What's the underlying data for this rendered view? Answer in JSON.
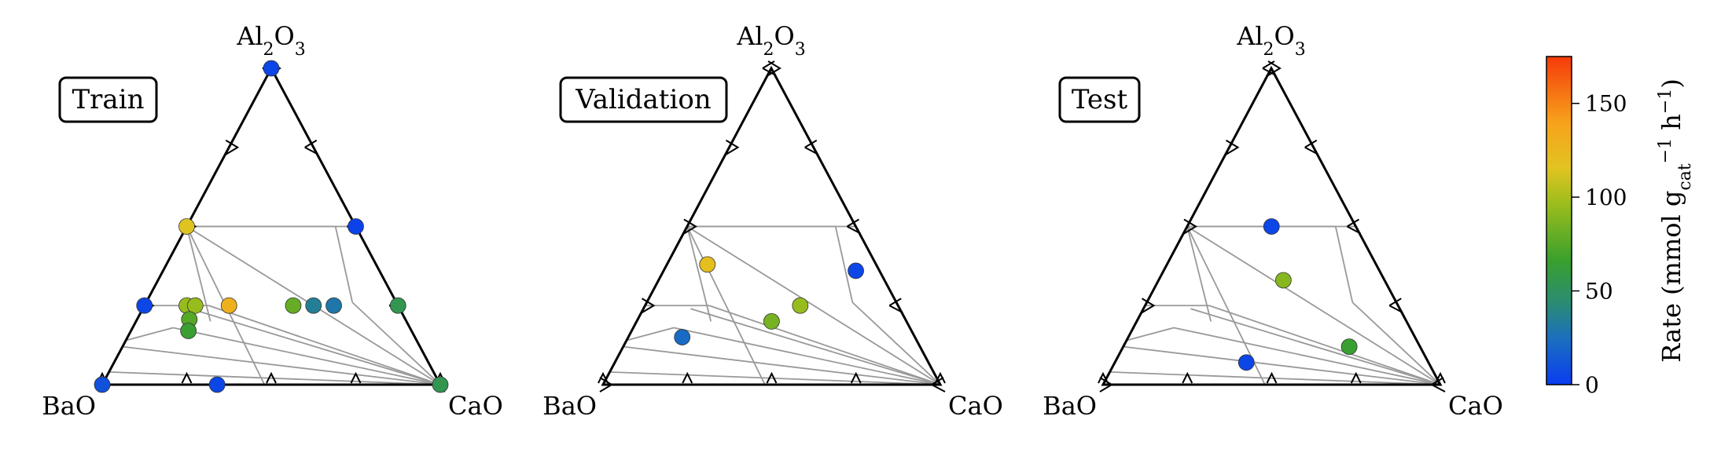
{
  "figure": {
    "colorbar": {
      "label_main": "Rate (mmol g",
      "label_sub": "cat",
      "label_sup": "−1",
      "label_tail": " h",
      "label_sup2": "−1",
      "label_close": ")",
      "min": 0,
      "max": 175,
      "ticks": [
        0,
        50,
        100,
        150
      ],
      "colormap": [
        {
          "stop": 0.0,
          "color": "#0a3cf0"
        },
        {
          "stop": 0.14,
          "color": "#1b6fbf"
        },
        {
          "stop": 0.25,
          "color": "#2a8c73"
        },
        {
          "stop": 0.38,
          "color": "#3aa02c"
        },
        {
          "stop": 0.55,
          "color": "#9bbd1c"
        },
        {
          "stop": 0.66,
          "color": "#e1c421"
        },
        {
          "stop": 0.8,
          "color": "#f7a21b"
        },
        {
          "stop": 1.0,
          "color": "#f53a0a"
        }
      ]
    }
  },
  "chart_data": [
    {
      "type": "scatter",
      "plot": "ternary",
      "panel_label": "Train",
      "vertices": {
        "top": "Al2O3",
        "left": "BaO",
        "right": "CaO"
      },
      "tick_fractions": [
        0,
        0.25,
        0.5,
        0.75,
        1.0
      ],
      "points": [
        {
          "BaO": 0.0,
          "CaO": 0.0,
          "Al2O3": 1.0,
          "rate": 5
        },
        {
          "BaO": 0.5,
          "CaO": 0.0,
          "Al2O3": 0.5,
          "rate": 115
        },
        {
          "BaO": 0.0,
          "CaO": 0.5,
          "Al2O3": 0.5,
          "rate": 3
        },
        {
          "BaO": 0.75,
          "CaO": 0.0,
          "Al2O3": 0.25,
          "rate": 5
        },
        {
          "BaO": 0.625,
          "CaO": 0.125,
          "Al2O3": 0.25,
          "rate": 95
        },
        {
          "BaO": 0.6,
          "CaO": 0.15,
          "Al2O3": 0.25,
          "rate": 95
        },
        {
          "BaO": 0.5,
          "CaO": 0.25,
          "Al2O3": 0.25,
          "rate": 130
        },
        {
          "BaO": 0.31,
          "CaO": 0.44,
          "Al2O3": 0.25,
          "rate": 80
        },
        {
          "BaO": 0.25,
          "CaO": 0.5,
          "Al2O3": 0.25,
          "rate": 35
        },
        {
          "BaO": 0.19,
          "CaO": 0.56,
          "Al2O3": 0.25,
          "rate": 30
        },
        {
          "BaO": 0.0,
          "CaO": 0.75,
          "Al2O3": 0.25,
          "rate": 55
        },
        {
          "BaO": 0.62,
          "CaO": 0.15,
          "Al2O3": 0.2,
          "rate": 75
        },
        {
          "BaO": 0.66,
          "CaO": 0.17,
          "Al2O3": 0.17,
          "rate": 65
        },
        {
          "BaO": 1.0,
          "CaO": 0.0,
          "Al2O3": 0.0,
          "rate": 10
        },
        {
          "BaO": 0.66,
          "CaO": 0.34,
          "Al2O3": 0.0,
          "rate": 5
        },
        {
          "BaO": 0.0,
          "CaO": 1.0,
          "Al2O3": 0.0,
          "rate": 55
        }
      ]
    },
    {
      "type": "scatter",
      "plot": "ternary",
      "panel_label": "Validation",
      "vertices": {
        "top": "Al2O3",
        "left": "BaO",
        "right": "CaO"
      },
      "tick_fractions": [
        0,
        0.25,
        0.5,
        0.75,
        1.0
      ],
      "points": [
        {
          "BaO": 0.5,
          "CaO": 0.12,
          "Al2O3": 0.38,
          "rate": 120
        },
        {
          "BaO": 0.07,
          "CaO": 0.57,
          "Al2O3": 0.36,
          "rate": 5
        },
        {
          "BaO": 0.4,
          "CaO": 0.4,
          "Al2O3": 0.2,
          "rate": 85
        },
        {
          "BaO": 0.29,
          "CaO": 0.46,
          "Al2O3": 0.25,
          "rate": 95
        },
        {
          "BaO": 0.69,
          "CaO": 0.16,
          "Al2O3": 0.15,
          "rate": 22
        }
      ]
    },
    {
      "type": "scatter",
      "plot": "ternary",
      "panel_label": "Test",
      "vertices": {
        "top": "Al2O3",
        "left": "BaO",
        "right": "CaO"
      },
      "tick_fractions": [
        0,
        0.25,
        0.5,
        0.75,
        1.0
      ],
      "points": [
        {
          "BaO": 0.25,
          "CaO": 0.25,
          "Al2O3": 0.5,
          "rate": 5
        },
        {
          "BaO": 0.3,
          "CaO": 0.37,
          "Al2O3": 0.33,
          "rate": 90
        },
        {
          "BaO": 0.54,
          "CaO": 0.39,
          "Al2O3": 0.07,
          "rate": 5
        },
        {
          "BaO": 0.21,
          "CaO": 0.67,
          "Al2O3": 0.12,
          "rate": 65
        }
      ]
    }
  ]
}
